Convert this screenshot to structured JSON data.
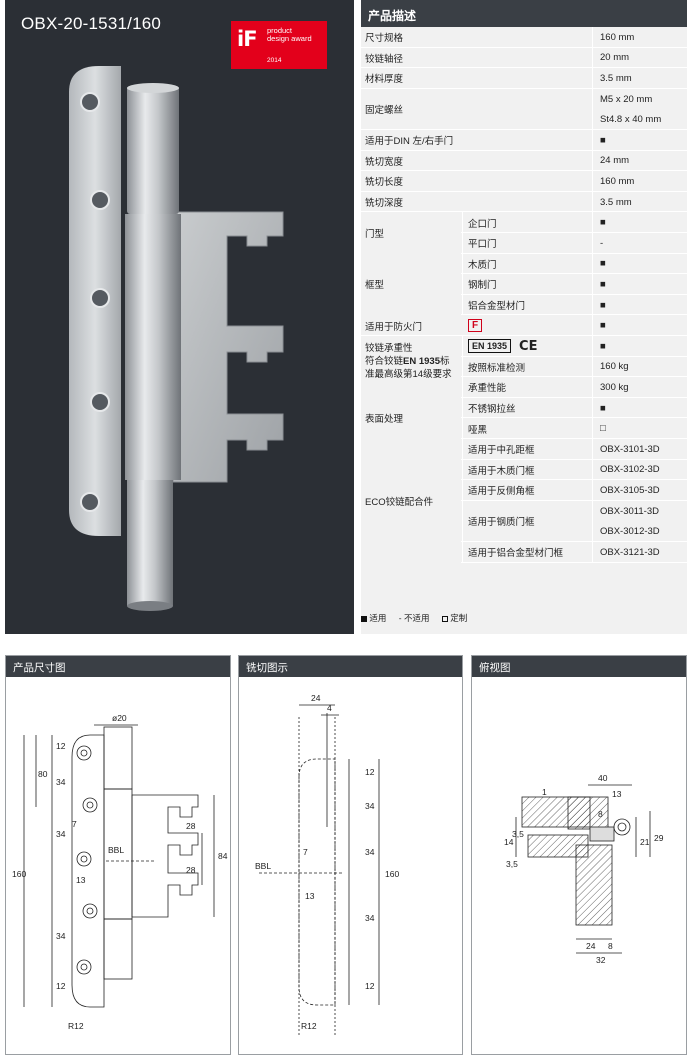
{
  "photo": {
    "model": "OBX-20-1531/160",
    "award": {
      "logo": "iF",
      "line1": "product",
      "line2": "design award",
      "year": "2014"
    }
  },
  "spec": {
    "header": "产品描述",
    "rows": [
      {
        "label": "尺寸规格",
        "value": "160 mm"
      },
      {
        "label": "铰链轴径",
        "value": "20 mm"
      },
      {
        "label": "材料厚度",
        "value": "3.5 mm"
      },
      {
        "label": "固定螺丝",
        "value": "M5 x 20 mm",
        "value2": "St4.8 x 40 mm"
      },
      {
        "label": "适用于DIN  左/右手门",
        "value": "■"
      },
      {
        "label": "铣切宽度",
        "value": "24 mm"
      },
      {
        "label": "铣切长度",
        "value": "160 mm"
      },
      {
        "label": "铣切深度",
        "value": "3.5 mm"
      }
    ],
    "door_type": {
      "label": "门型",
      "items": [
        {
          "name": "企口门",
          "value": "■"
        },
        {
          "name": "平口门",
          "value": "-"
        }
      ]
    },
    "frame_type": {
      "label": "框型",
      "items": [
        {
          "name": "木质门",
          "value": "■"
        },
        {
          "name": "钢制门",
          "value": "■"
        },
        {
          "name": "铝合金型材门",
          "value": "■"
        }
      ]
    },
    "fire_door": {
      "label": "适用于防火门",
      "symbol": "F",
      "value": "■"
    },
    "load": {
      "label1": "铰链承重性",
      "label2a": "符合铰链",
      "label2b": "EN 1935",
      "label2c": "标",
      "label3": "准最高级第14级要求",
      "en_badge": "EN 1935",
      "ce_mark": "CE",
      "value": "■",
      "items": [
        {
          "name": "按照标准检测",
          "value": "160 kg"
        },
        {
          "name": "承重性能",
          "value": "300 kg"
        }
      ]
    },
    "surface": {
      "label": "表面处理",
      "items": [
        {
          "name": "不锈钢拉丝",
          "value": "■"
        },
        {
          "name": "哑黑",
          "value": "□"
        }
      ]
    },
    "eco": {
      "label": "ECO铰链配合件",
      "items": [
        {
          "name": "适用于中孔距框",
          "value": "OBX-3101-3D"
        },
        {
          "name": "适用于木质门框",
          "value": "OBX-3102-3D"
        },
        {
          "name": "适用于反侧角框",
          "value": "OBX-3105-3D"
        },
        {
          "name": "适用于钢质门框",
          "value": "OBX-3011-3D",
          "value2": "OBX-3012-3D"
        },
        {
          "name": "适用于铝合金型材门框",
          "value": "OBX-3121-3D"
        }
      ]
    },
    "legend": {
      "applicable": "适用",
      "not_applicable": "- 不适用",
      "custom": "定制"
    }
  },
  "panels": {
    "dimensions": {
      "title": "产品尺寸图",
      "labels": {
        "dia": "ø20",
        "d12a": "12",
        "d34a": "34",
        "d80": "80",
        "d7": "7",
        "d34b": "34",
        "d160": "160",
        "d13": "13",
        "d34c": "34",
        "d12b": "12",
        "bbl": "BBL",
        "d28a": "28",
        "d28b": "28",
        "d84": "84",
        "r12": "R12"
      }
    },
    "milling": {
      "title": "铣切图示",
      "labels": {
        "d24": "24",
        "d4": "4",
        "d12a": "12",
        "d34a": "34",
        "d34b": "34",
        "d160": "160",
        "d34c": "34",
        "d12b": "12",
        "d7": "7",
        "d13": "13",
        "bbl": "BBL",
        "r12": "R12"
      }
    },
    "top_view": {
      "title": "俯视图",
      "labels": {
        "d1": "1",
        "d40": "40",
        "d13": "13",
        "d14": "14",
        "d35a": "3,5",
        "d35b": "3,5",
        "d21": "21",
        "d29": "29",
        "d8a": "8",
        "d24": "24",
        "d8b": "8",
        "d32": "32"
      }
    }
  }
}
